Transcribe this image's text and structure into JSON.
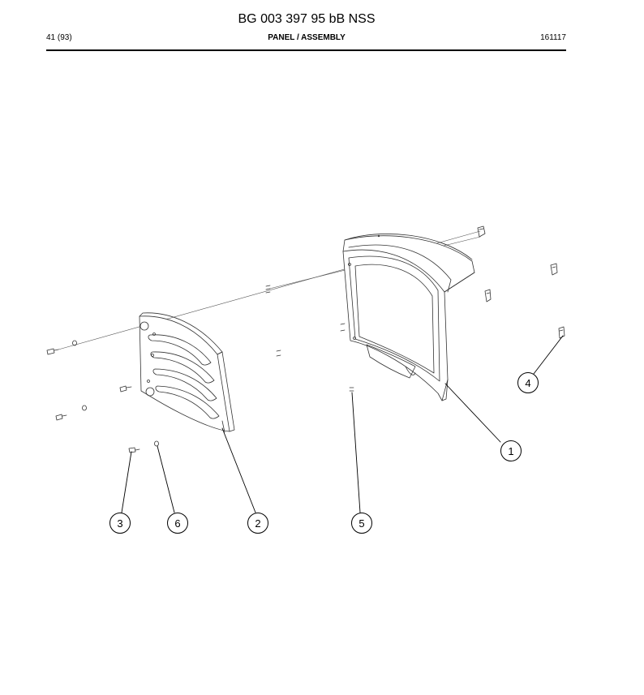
{
  "header": {
    "document_number": "BG 003 397 95 bB NSS",
    "page": "41 (93)",
    "title": "PANEL / ASSEMBLY",
    "date": "161117"
  },
  "callouts": [
    {
      "number": "1"
    },
    {
      "number": "2"
    },
    {
      "number": "3"
    },
    {
      "number": "4"
    },
    {
      "number": "5"
    },
    {
      "number": "6"
    }
  ]
}
